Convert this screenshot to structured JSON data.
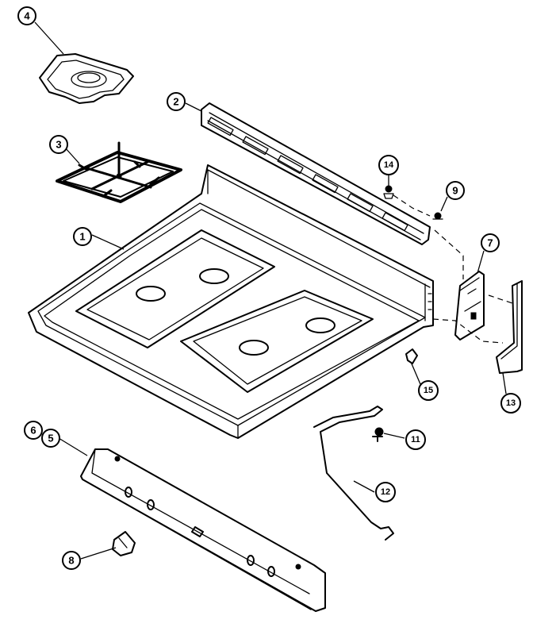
{
  "callouts": [
    {
      "id": "1",
      "label": "1"
    },
    {
      "id": "2",
      "label": "2"
    },
    {
      "id": "3",
      "label": "3"
    },
    {
      "id": "4",
      "label": "4"
    },
    {
      "id": "5",
      "label": "5"
    },
    {
      "id": "6",
      "label": "6"
    },
    {
      "id": "7",
      "label": "7"
    },
    {
      "id": "8",
      "label": "8"
    },
    {
      "id": "9",
      "label": "9"
    },
    {
      "id": "11",
      "label": "11"
    },
    {
      "id": "12",
      "label": "12"
    },
    {
      "id": "13",
      "label": "13"
    },
    {
      "id": "14",
      "label": "14"
    },
    {
      "id": "15",
      "label": "15"
    }
  ]
}
